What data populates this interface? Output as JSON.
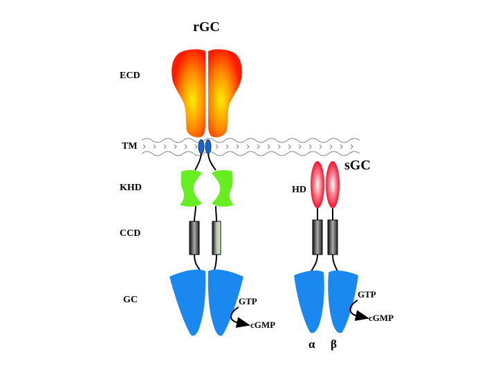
{
  "diagram": {
    "rgc_title": "rGC",
    "sgc_title": "sGC",
    "domain_labels": {
      "ecd": "ECD",
      "tm": "TM",
      "khd": "KHD",
      "ccd": "CCD",
      "gc": "GC",
      "hd": "HD"
    },
    "rgc_reaction": {
      "substrate": "GTP",
      "product": "cGMP"
    },
    "sgc_reaction": {
      "substrate": "GTP",
      "product": "cGMP"
    },
    "subunits": {
      "alpha": "α",
      "beta": "β"
    },
    "colors": {
      "ecd_outer": "#ff1a00",
      "ecd_inner": "#ffee00",
      "tm_helix": "#1a66cc",
      "khd": "#66ee22",
      "ccd_dark": "#333333",
      "hd_outer": "#e8001a",
      "hd_inner": "#ffffff",
      "gc": "#1a88ee"
    }
  }
}
